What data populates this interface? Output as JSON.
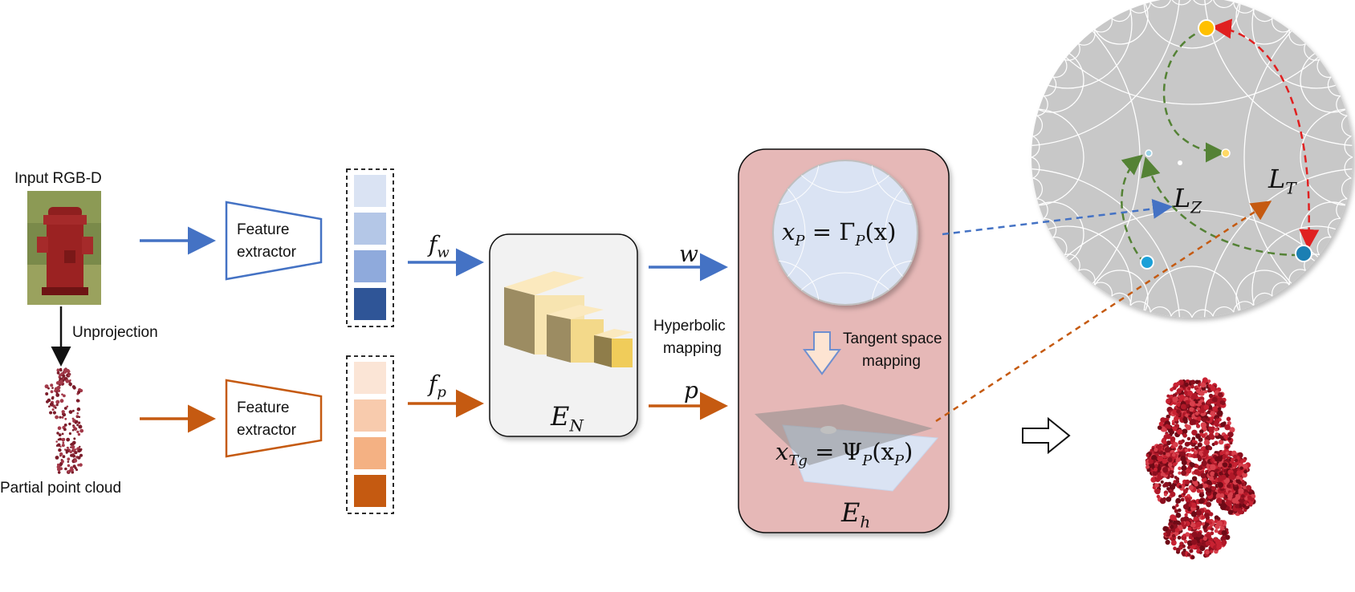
{
  "labels": {
    "input_rgbd": "Input RGB-D",
    "unprojection": "Unprojection",
    "partial_point_cloud": "Partial  point cloud",
    "feature_extractor_line1": "Feature",
    "feature_extractor_line2": "extractor",
    "hyperbolic_mapping_line1": "Hyperbolic",
    "hyperbolic_mapping_line2": "mapping",
    "tangent_mapping_line1": "Tangent space",
    "tangent_mapping_line2": "mapping"
  },
  "math": {
    "f_w": "f",
    "f_w_sub": "w",
    "f_p": "f",
    "f_p_sub": "p",
    "w": "w",
    "p": "p",
    "E_N": "E",
    "E_N_sub": "N",
    "E_h": "E",
    "E_h_sub": "h",
    "x_P_eq": "x",
    "x_P_eq_sub": "P",
    "x_P_eq_rhs": " = Γ",
    "x_P_eq_rhs_sub": "P",
    "x_P_eq_tail": "(x)",
    "x_Tg_eq": "x",
    "x_Tg_eq_sub": "Tg",
    "x_Tg_eq_rhs": " = Ψ",
    "x_Tg_eq_rhs_sub": "P",
    "x_Tg_eq_mid": "(x",
    "x_Tg_eq_mid_sub": "P",
    "x_Tg_eq_tail": ")",
    "L_Z": "L",
    "L_Z_sub": "Z",
    "L_T": "L",
    "L_T_sub": "T"
  },
  "colors": {
    "blue_arrow": "#4472c4",
    "orange_arrow": "#c55a11",
    "blue_bar": [
      "#dae3f3",
      "#b4c7e7",
      "#8faadc",
      "#2f5597"
    ],
    "orange_bar": [
      "#fbe5d6",
      "#f8cbad",
      "#f4b183",
      "#c55a11"
    ],
    "eh_box": "#e6b8b7",
    "en_box": "#f2f2f2",
    "disk": "#c8c8c8",
    "green_path": "#548235",
    "red_path": "#e02020"
  }
}
